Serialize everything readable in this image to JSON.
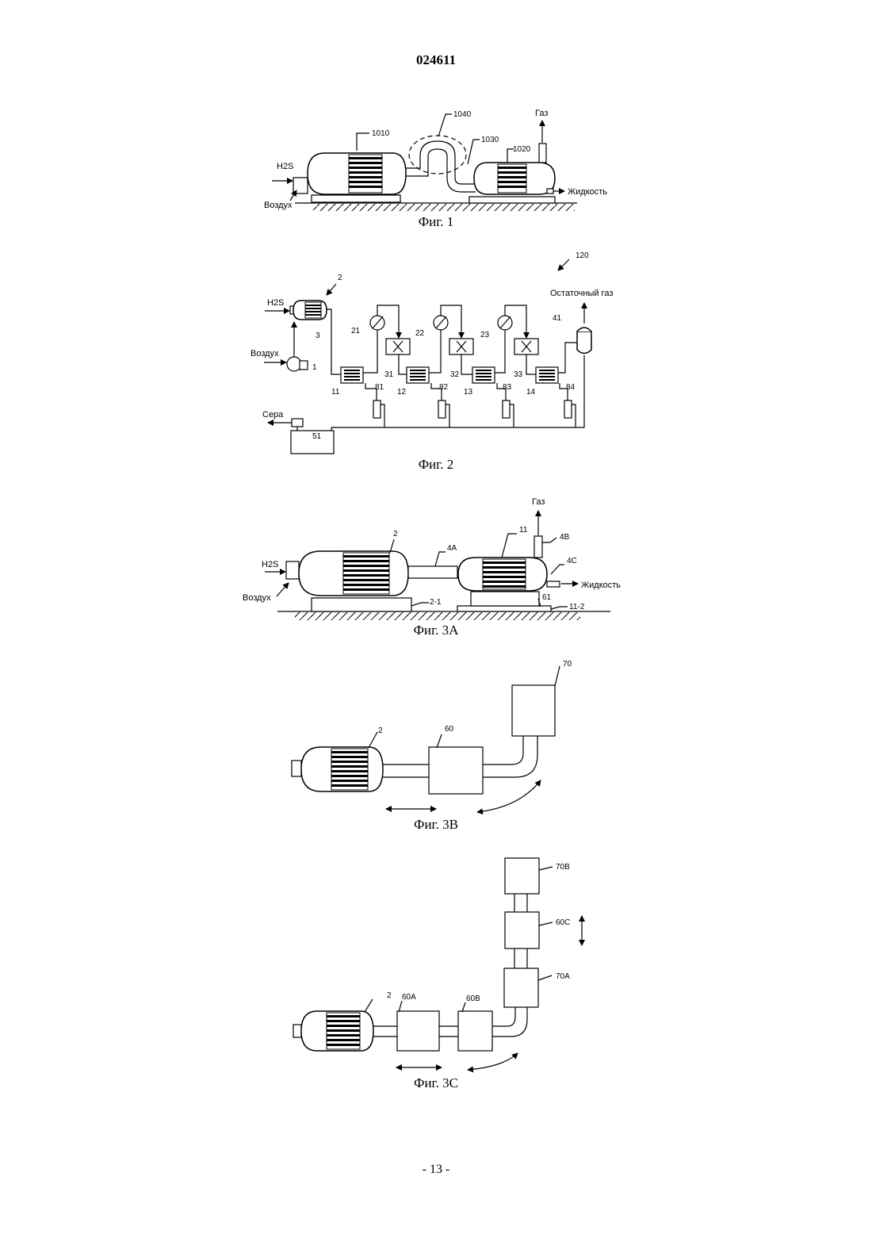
{
  "header": {
    "doc_number": "024611"
  },
  "footer": {
    "page": "- 13 -"
  },
  "fig1": {
    "caption": "Фиг. 1",
    "labels": {
      "h2s": "H2S",
      "air": "Воздух",
      "gas": "Газ",
      "liquid": "Жидкость"
    },
    "refs": {
      "r1010": "1010",
      "r1040": "1040",
      "r1030": "1030",
      "r1020": "1020"
    }
  },
  "fig2": {
    "caption": "Фиг. 2",
    "labels": {
      "h2s": "H2S",
      "air": "Воздух",
      "tail_gas": "Остаточный газ",
      "sulfur": "Сера"
    },
    "refs": {
      "r120": "120",
      "r2": "2",
      "r3": "3",
      "r1": "1",
      "r41": "41",
      "r51": "51",
      "r21": "21",
      "r22": "22",
      "r23": "23",
      "r31": "31",
      "r32": "32",
      "r33": "33",
      "r11": "11",
      "r12": "12",
      "r13": "13",
      "r14": "14",
      "r81": "81",
      "r82": "82",
      "r83": "83",
      "r84": "84"
    }
  },
  "fig3a": {
    "caption": "Фиг. 3А",
    "labels": {
      "h2s": "H2S",
      "air": "Воздух",
      "gas": "Газ",
      "liquid": "Жидкость"
    },
    "refs": {
      "r2": "2",
      "r4a": "4A",
      "r11": "11",
      "r4b": "4B",
      "r4c": "4C",
      "r61": "61",
      "r2_1": "2-1",
      "r11_2": "11-2"
    }
  },
  "fig3b": {
    "caption": "Фиг. 3В",
    "refs": {
      "r2": "2",
      "r60": "60",
      "r70": "70"
    }
  },
  "fig3c": {
    "caption": "Фиг. 3С",
    "refs": {
      "r2": "2",
      "r60a": "60A",
      "r60b": "60B",
      "r70a": "70A",
      "r60c": "60C",
      "r70b": "70B"
    }
  }
}
